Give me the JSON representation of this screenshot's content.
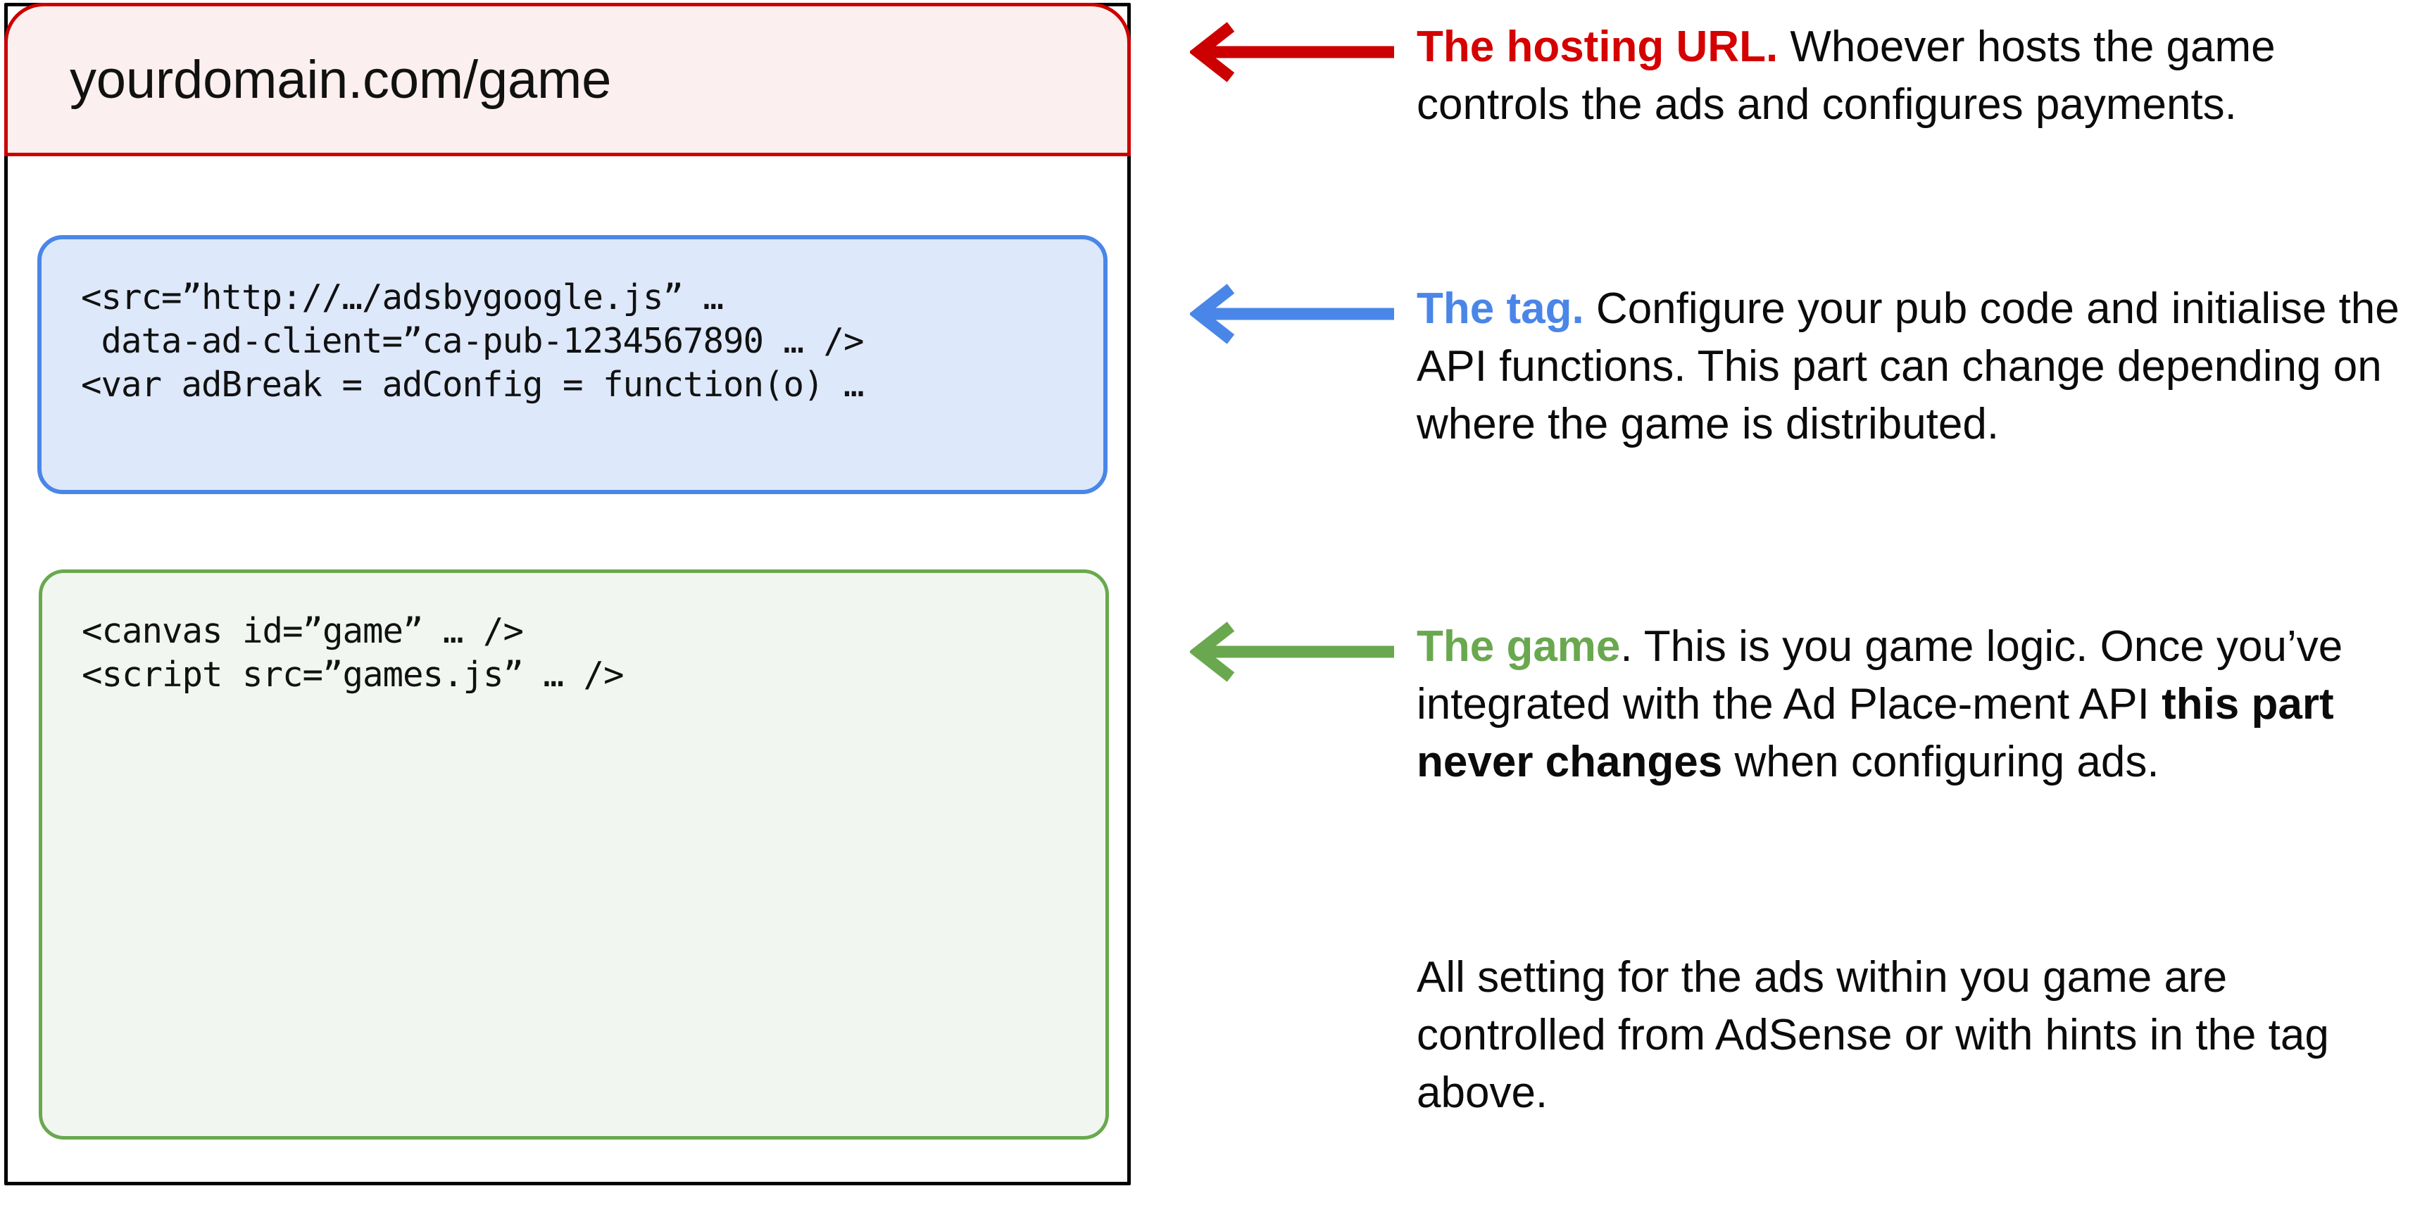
{
  "browser": {
    "url": "yourdomain.com/game",
    "border_color": "#000000",
    "url_bar": {
      "fill": "#FBEFEF",
      "border": "#CC0000"
    },
    "tag_box": {
      "fill": "#DDE8FA",
      "border": "#4A86E8",
      "lines": [
        "<src=”http://…/adsbygoogle.js” …",
        " data-ad-client=”ca-pub-1234567890 … />",
        "<var adBreak = adConfig = function(o) …"
      ]
    },
    "game_box": {
      "fill": "#F1F7F0",
      "border": "#6AA84F",
      "lines": [
        "<canvas id=”game” … />",
        "<script src=”games.js” … />"
      ]
    }
  },
  "annotations": [
    {
      "id": "hosting-url",
      "arrow_color": "#CC0000",
      "lead": "The hosting URL.",
      "body": " Whoever hosts the game controls the ads and configures payments."
    },
    {
      "id": "tag",
      "arrow_color": "#4A86E8",
      "lead": "The tag.",
      "body": " Configure your pub code and initialise the API functions. This part can change depending on where the game is distributed."
    },
    {
      "id": "game",
      "arrow_color": "#6AA84F",
      "lead": "The game",
      "lead_suffix": ".",
      "body_pre": " This is you game logic. Once you’ve integrated with the Ad Place-ment API ",
      "body_strong": "this part never changes",
      "body_post": " when configuring ads."
    }
  ],
  "extra_paragraph": "All setting for the ads within you game are controlled from AdSense or with hints in the tag above."
}
